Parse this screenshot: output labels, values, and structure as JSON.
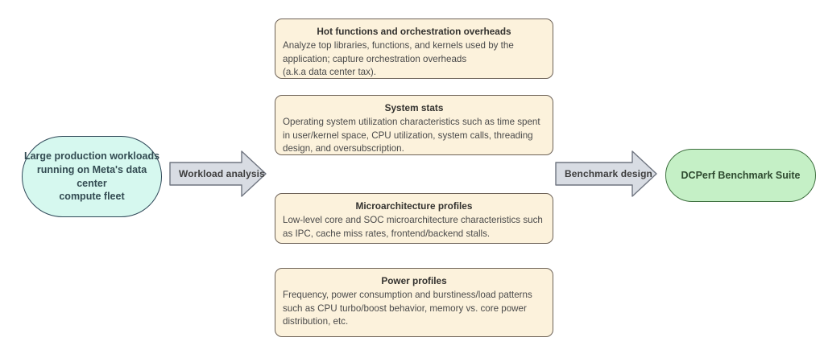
{
  "diagram": {
    "title": "DCPerf benchmark derivation flow",
    "colors": {
      "card_fill": "#fcf2dc",
      "card_border": "#6d6257",
      "source_fill": "#d6f8ef",
      "source_border": "#2f4858",
      "target_fill": "#c5f0c6",
      "target_border": "#3f7040",
      "arrow_fill": "#d8dce3",
      "arrow_border": "#6f7580",
      "text": "#3d3d3d",
      "background": "#ffffff"
    },
    "source_node": {
      "label": "Large production workloads\nrunning on Meta's data center\ncompute fleet",
      "shape": "stadium"
    },
    "target_node": {
      "label": "DCPerf Benchmark Suite",
      "shape": "stadium"
    },
    "arrows": [
      {
        "id": "workload-analysis",
        "label": "Workload analysis",
        "direction": "right"
      },
      {
        "id": "benchmark-design",
        "label": "Benchmark design",
        "direction": "right"
      }
    ],
    "cards": [
      {
        "id": "hot-functions",
        "title": "Hot functions and orchestration overheads",
        "body": "Analyze top libraries, functions, and kernels used by the application; capture orchestration overheads\n(a.k.a data center tax)."
      },
      {
        "id": "system-stats",
        "title": "System stats",
        "body": "Operating system utilization characteristics such as time spent in user/kernel space, CPU utilization, system calls, threading design, and oversubscription."
      },
      {
        "id": "microarchitecture",
        "title": "Microarchitecture profiles",
        "body": "Low-level core and SOC microarchitecture characteristics such as IPC, cache miss rates, frontend/backend stalls."
      },
      {
        "id": "power-profiles",
        "title": "Power profiles",
        "body": "Frequency, power consumption and burstiness/load patterns such as CPU turbo/boost behavior, memory vs. core power distribution, etc."
      }
    ]
  }
}
